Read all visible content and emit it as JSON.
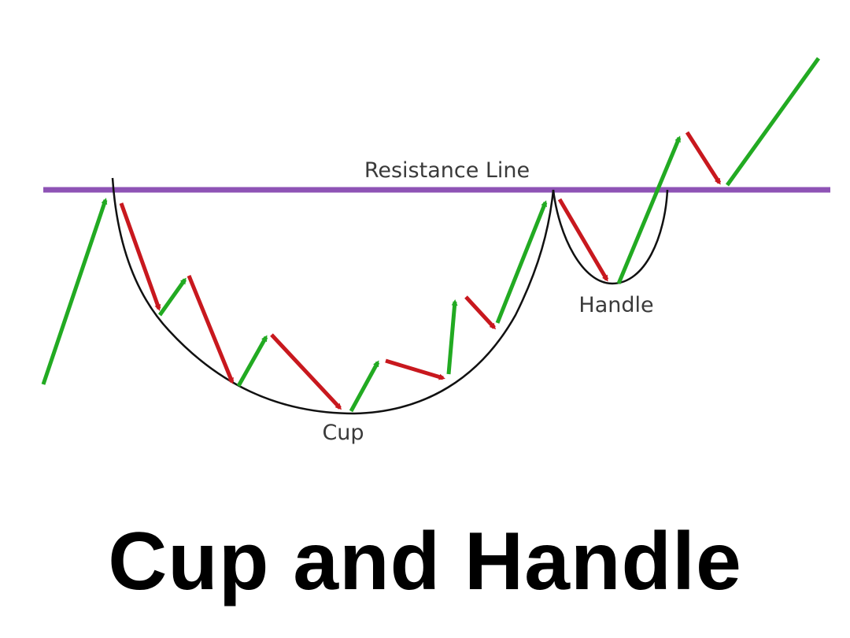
{
  "labels": {
    "resistance": "Resistance Line",
    "cup": "Cup",
    "handle": "Handle"
  },
  "title": "Cup and Handle",
  "colors": {
    "up_arrow": "#22aa22",
    "down_arrow": "#c8181e",
    "resistance_line": "#8e53b5",
    "curve": "#111111",
    "title": "#000000"
  }
}
